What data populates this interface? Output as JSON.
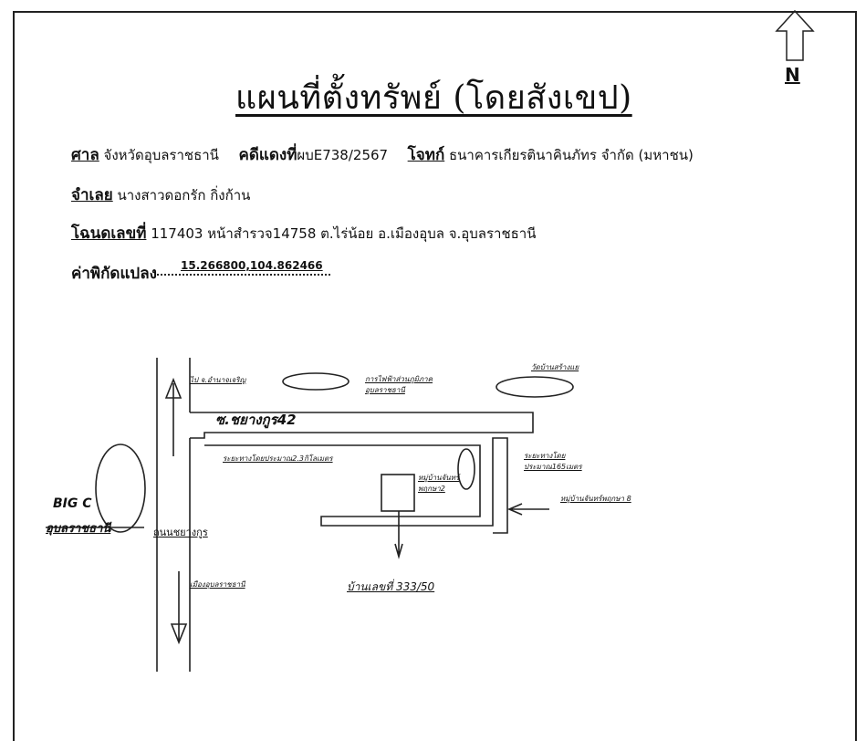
{
  "title": "แผนที่ตั้งทรัพย์ (โดยสังเขป)",
  "north": "N",
  "fields": {
    "court_label": "ศาล",
    "court_value": "จังหวัดอุบลราชธานี",
    "case_label": "คดีแดงที่",
    "case_value": "ผบE738/2567",
    "plaintiff_label": "โจทก์",
    "plaintiff_value": "ธนาคารเกียรตินาคินภัทร จำกัด (มหาชน)",
    "defendant_label": "จำเลย",
    "defendant_value": "นางสาวดอกรัก กิ่งก้าน",
    "deed_label": "โฉนดเลขที่",
    "deed_value": "117403  หน้าสำรวจ14758 ต.ไร่น้อย อ.เมืองอุบล จ.อุบลราชธานี",
    "coord_label": "ค่าพิกัดแปลง",
    "coord_value": "15.266800,104.862466"
  },
  "map_labels": {
    "to_amnat": "ไป จ.อำนาจเจริญ",
    "electricity": "การไฟฟ้าส่วนภูมิภาค อุบลราชธานี",
    "temple": "วัดบ้านสร้างแย",
    "soi": "ซ.ชยางกูร42",
    "dist1": "ระยะทางโดยประมาณ2.3กิโลเมตร",
    "village2": "หมู่บ้านจันทร์ พฤกษา2",
    "dist2": "ระยะทางโดย ประมาณ165เมตร",
    "village8": "หมู่บ้านจันทร์พฤกษา 8",
    "bigc": "BIG C",
    "ubon": "อุบลราชธานี",
    "road": "ถนนชยางกูร",
    "to_city": "เมืองอุบลราชธานี",
    "house": "บ้านเลขที่ 333/50"
  }
}
